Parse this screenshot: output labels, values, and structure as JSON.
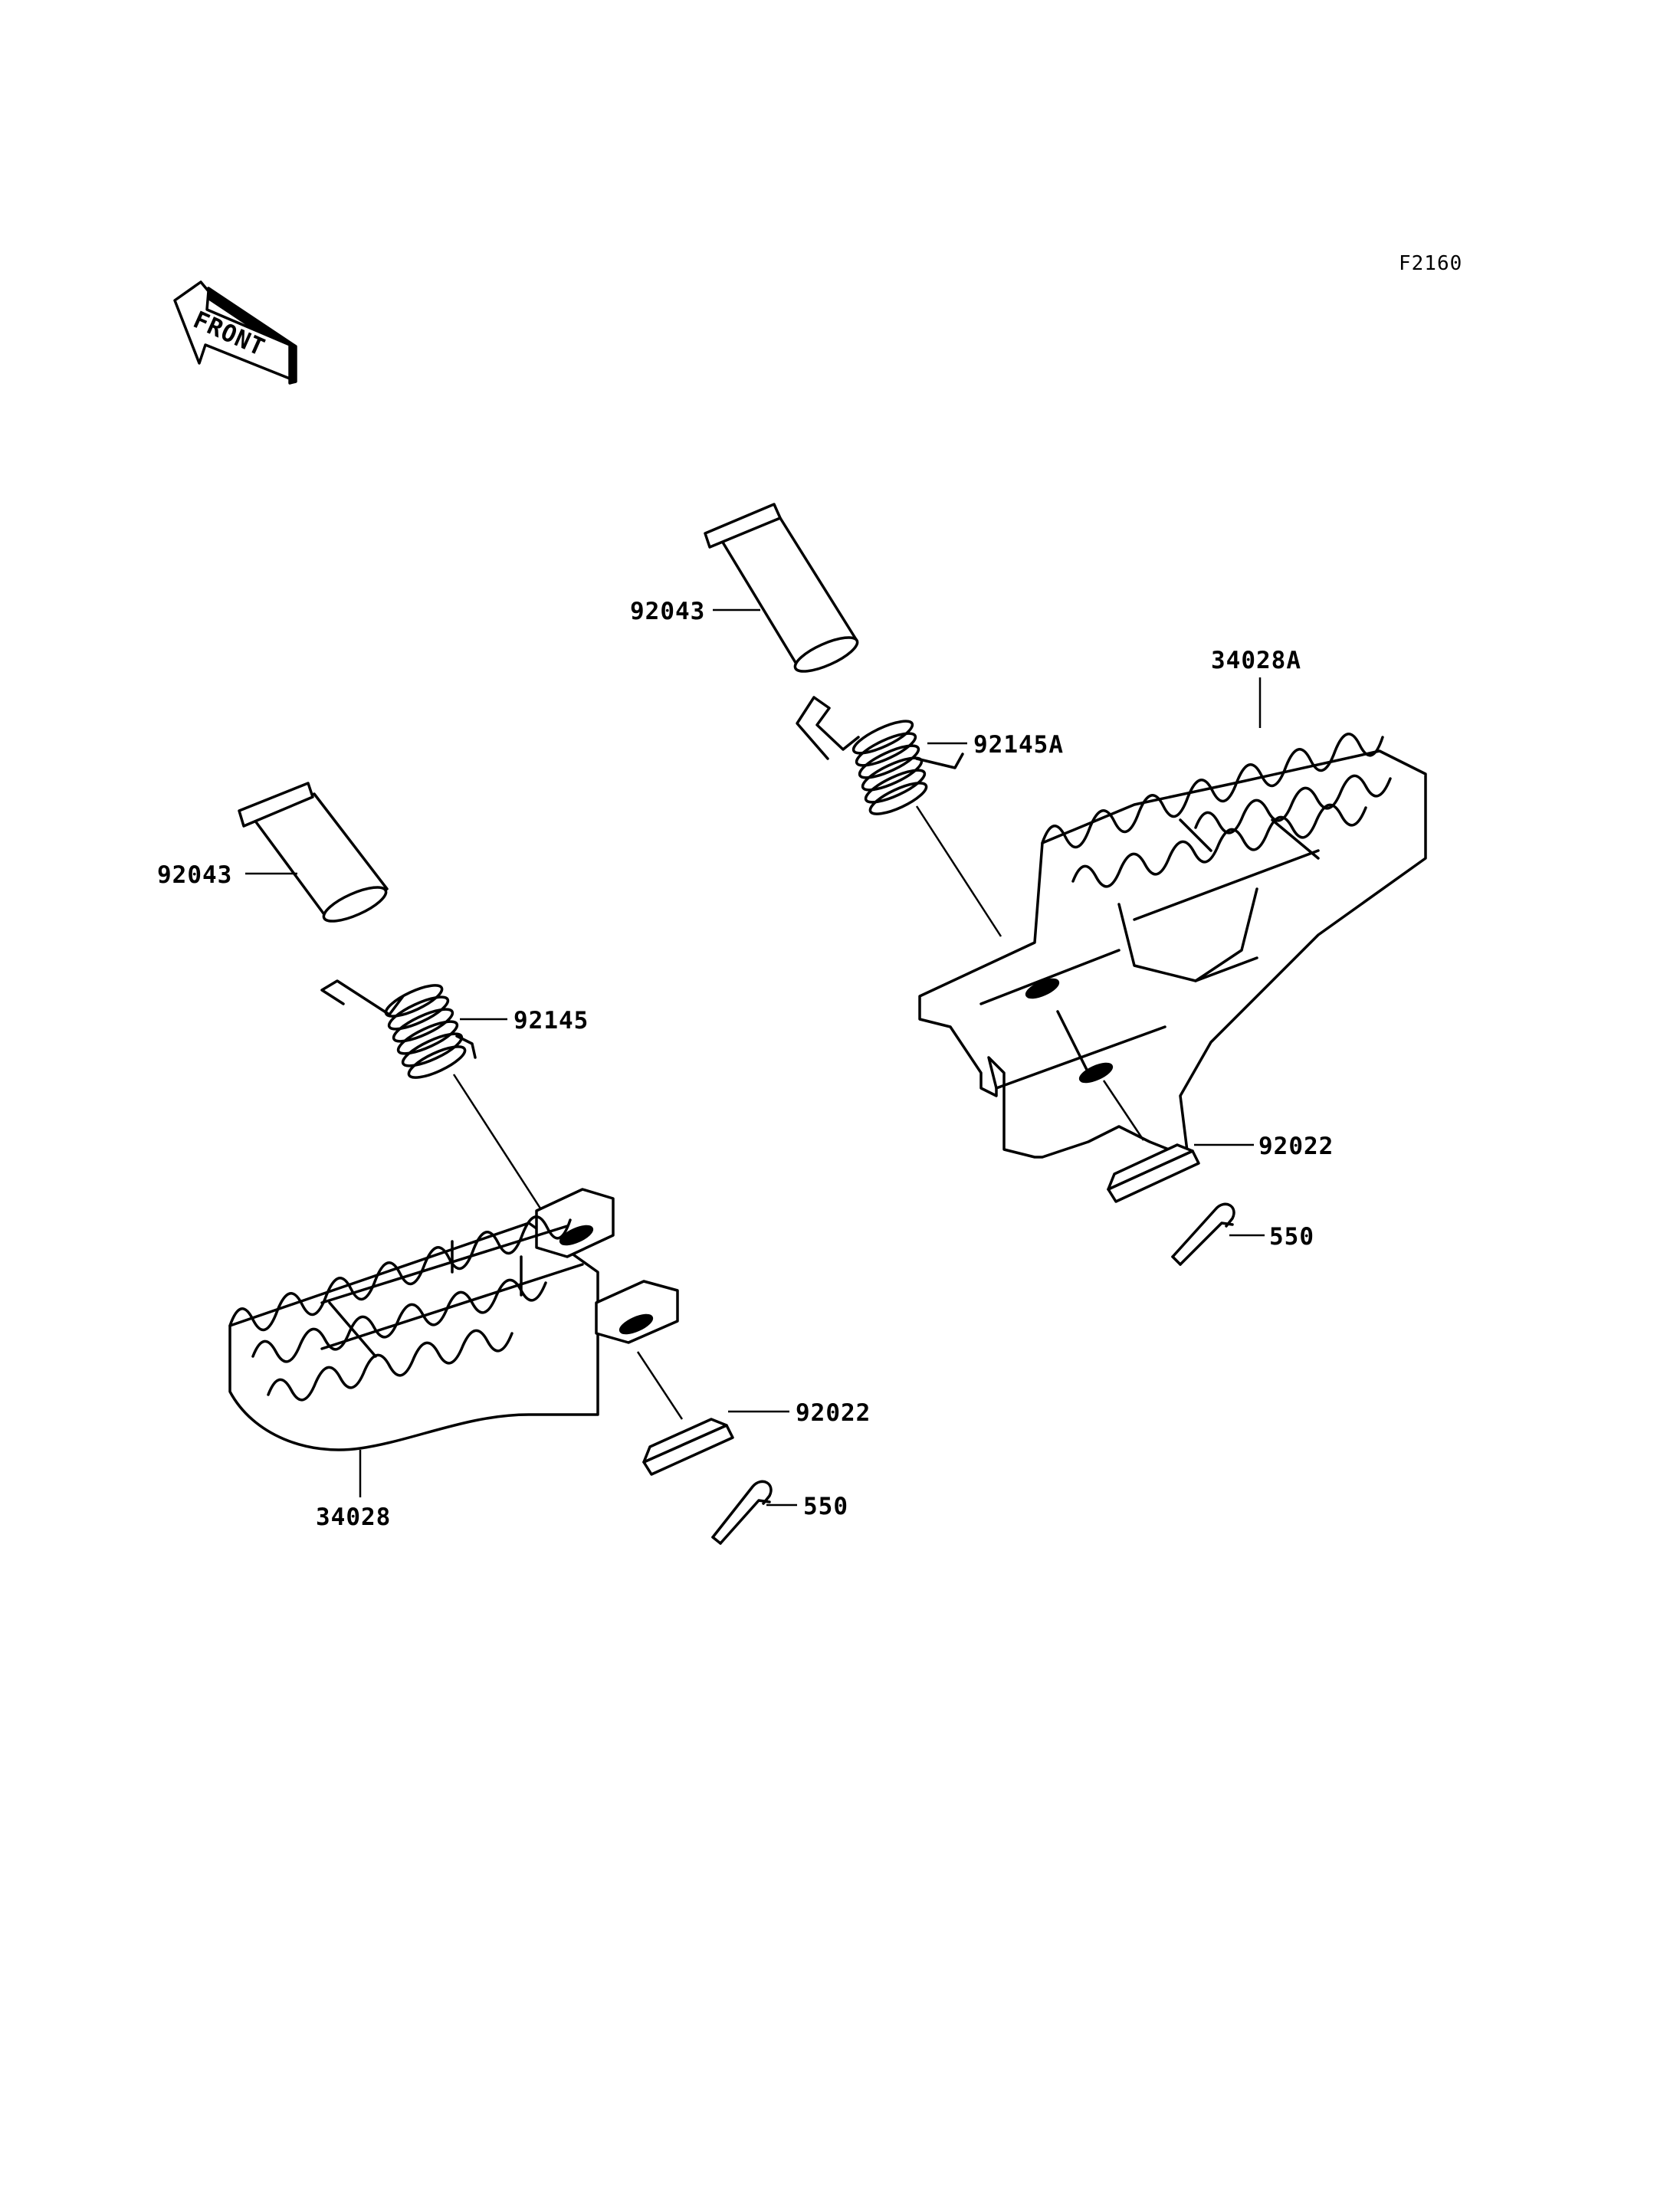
{
  "figure_code": "F2160",
  "front_arrow_text": "FRONT",
  "callouts": {
    "pin_left": "92043",
    "spring_left": "92145",
    "footpeg_left": "34028",
    "washer_left": "92022",
    "cotter_left": "550",
    "pin_right": "92043",
    "spring_right": "92145A",
    "footpeg_right": "34028A",
    "washer_right": "92022",
    "cotter_right": "550"
  }
}
